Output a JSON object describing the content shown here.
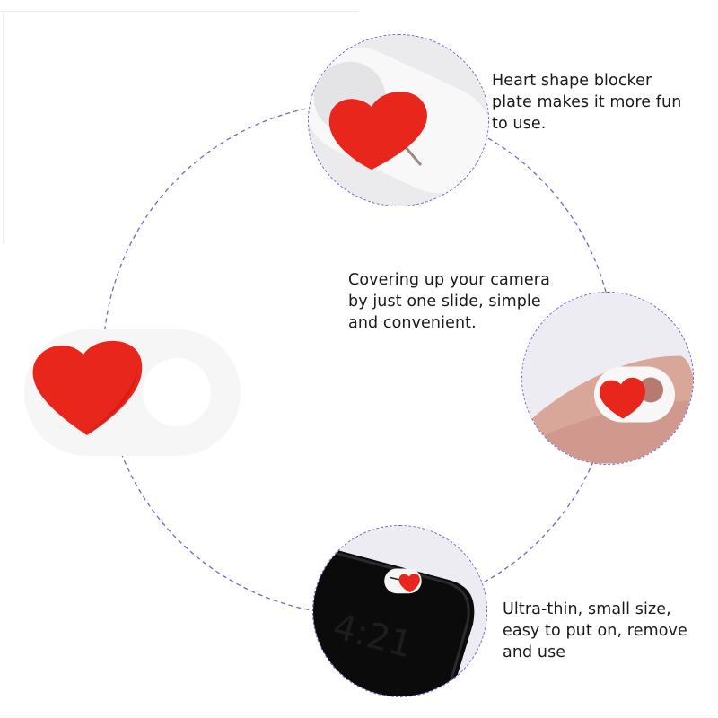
{
  "colors": {
    "dash_accent": "#6b68c9",
    "heart_red": "#e8261c",
    "cover_white": "#f7f7f7",
    "thumb_bg": "#ececf0",
    "phone_black": "#0b0b0c",
    "skin": "#d9a79a"
  },
  "features": [
    {
      "id": "heart-shape",
      "icon": "heart-slider-closeup-image",
      "text": "Heart shape blocker\nplate makes it more fun\nto use."
    },
    {
      "id": "one-slide",
      "icon": "fingertip-cover-image",
      "text": "Covering up your camera\nby just one slide, simple\nand convenient."
    },
    {
      "id": "ultra-thin",
      "icon": "phone-cover-image",
      "text": "Ultra-thin, small size,\neasy to put on, remove\nand use",
      "phone_clock": "4:21"
    }
  ],
  "main_product": {
    "icon": "heart-webcam-cover-image"
  }
}
